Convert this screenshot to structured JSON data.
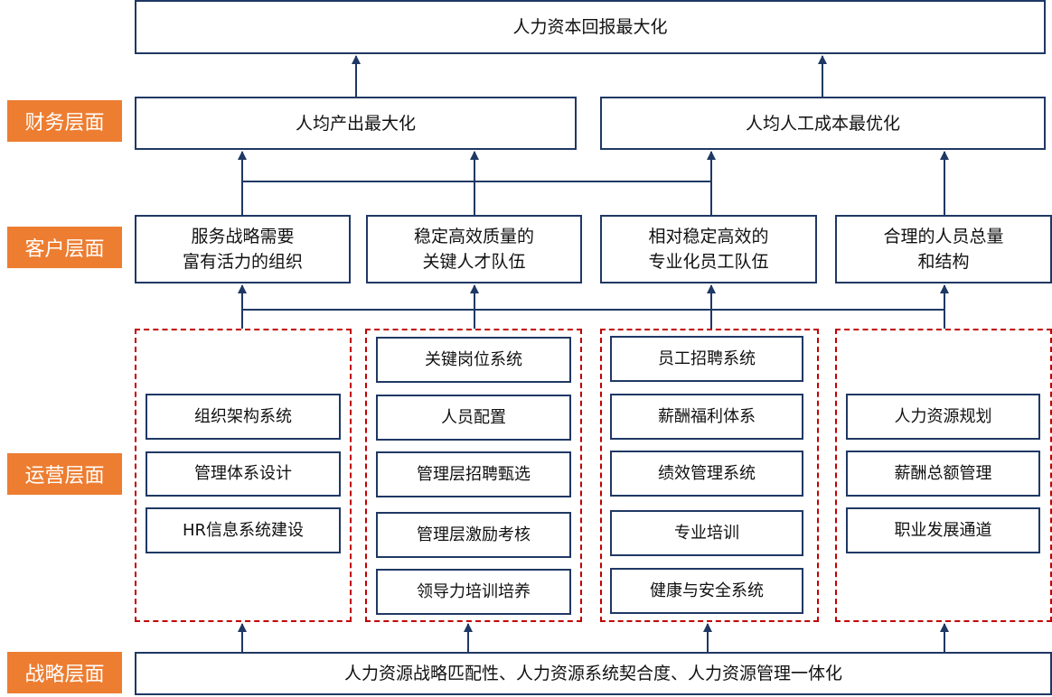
{
  "levels": {
    "financial": "财务层面",
    "customer": "客户层面",
    "operation": "运营层面",
    "strategy": "战略层面"
  },
  "top": "人力资本回报最大化",
  "financial": [
    "人均产出最大化",
    "人均人工成本最优化"
  ],
  "customer": [
    "服务战略需要\n富有活力的组织",
    "稳定高效质量的\n关键人才队伍",
    "相对稳定高效的\n专业化员工队伍",
    "合理的人员总量\n和结构"
  ],
  "operation": [
    [
      "组织架构系统",
      "管理体系设计",
      "HR信息系统建设"
    ],
    [
      "关键岗位系统",
      "人员配置",
      "管理层招聘甄选",
      "管理层激励考核",
      "领导力培训培养"
    ],
    [
      "员工招聘系统",
      "薪酬福利体系",
      "绩效管理系统",
      "专业培训",
      "健康与安全系统"
    ],
    [
      "人力资源规划",
      "薪酬总额管理",
      "职业发展通道"
    ]
  ],
  "strategy": "人力资源战略匹配性、人力资源系统契合度、人力资源管理一体化",
  "colors": {
    "box_border": "#1f3864",
    "label_bg": "#ed7d31",
    "group_border": "#c00000"
  }
}
